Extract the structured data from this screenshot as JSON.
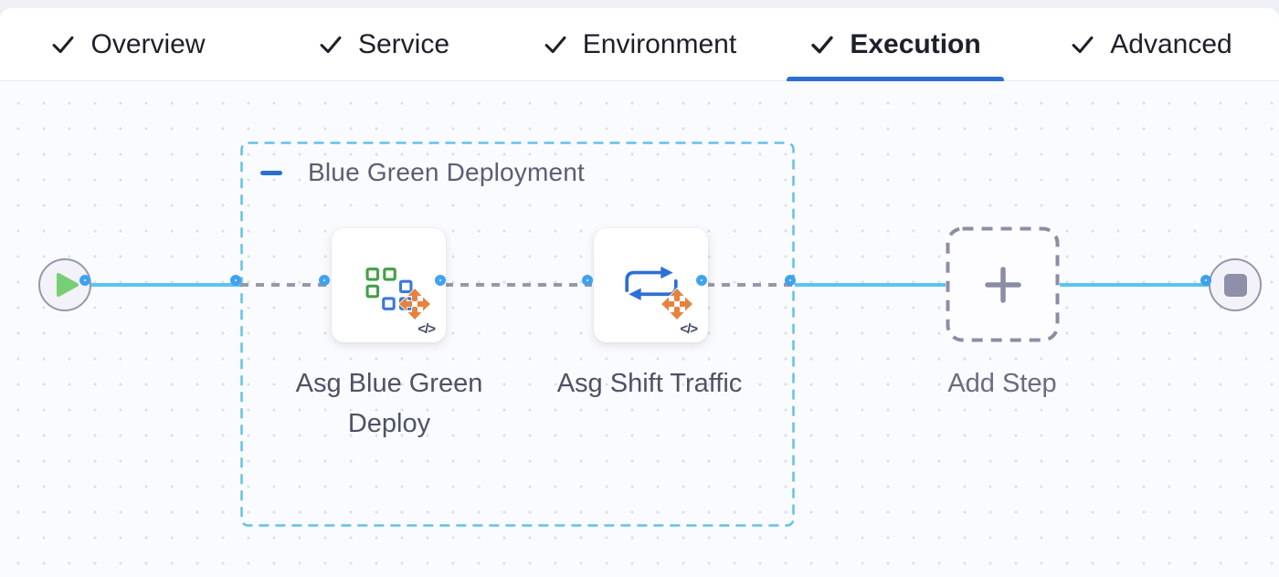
{
  "tabs": {
    "items": [
      {
        "label": "Overview",
        "completed": true,
        "active": false
      },
      {
        "label": "Service",
        "completed": true,
        "active": false
      },
      {
        "label": "Environment",
        "completed": true,
        "active": false
      },
      {
        "label": "Execution",
        "completed": true,
        "active": true
      },
      {
        "label": "Advanced",
        "completed": true,
        "active": false
      }
    ]
  },
  "canvas": {
    "group": {
      "label": "Blue Green Deployment",
      "collapse_icon": "minus-icon"
    },
    "start_node": {
      "icon": "play-icon"
    },
    "end_node": {
      "icon": "stop-icon"
    },
    "steps": [
      {
        "label": "Asg Blue Green Deploy",
        "icon": "asg-blue-green-deploy-icon",
        "overlay_icon": "move-arrows-icon",
        "badge": "</>"
      },
      {
        "label": "Asg Shift Traffic",
        "icon": "asg-shift-traffic-icon",
        "overlay_icon": "move-arrows-icon",
        "badge": "</>"
      }
    ],
    "add_step": {
      "label": "Add Step",
      "icon": "plus-icon"
    }
  },
  "colors": {
    "active_tab_underline": "#2b6fd3",
    "tab_text": "#1e2029",
    "solid_edge": "#5ac4f0",
    "dashed_edge": "#9598ab",
    "port_ring": "#3fa2ef",
    "group_border": "#62c1e8",
    "group_collapse": "#2b70ca",
    "group_label": "#5b5e73",
    "node_border": "#9598ad",
    "node_fill": "#f2f2f8",
    "play_green": "#76d073",
    "stop_gray": "#8d90a8",
    "icon_green": "#43a047",
    "icon_blue": "#3b79d9",
    "shift_blue": "#2e6fd3",
    "move_orange": "#e5833e",
    "add_step_gray": "#8b8ea3",
    "step_label": "#4e5266",
    "canvas_bg": "#fafbfe"
  }
}
